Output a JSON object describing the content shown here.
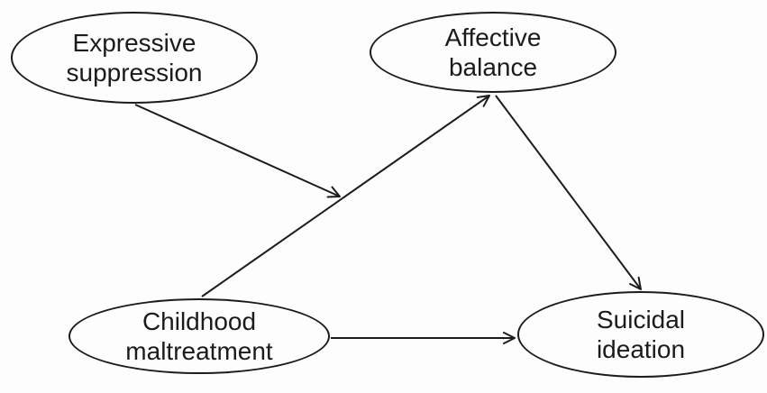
{
  "diagram": {
    "type": "path-model",
    "background_color": "#fdfdfd",
    "stroke_color": "#1c1c1c",
    "text_color": "#1b1b1b",
    "nodes": {
      "expressive": {
        "lines": [
          "Expressive",
          "suppression"
        ],
        "shape": "ellipse"
      },
      "affective": {
        "lines": [
          "Affective",
          "balance"
        ],
        "shape": "ellipse"
      },
      "childhood": {
        "lines": [
          "Childhood",
          "maltreatment"
        ],
        "shape": "ellipse"
      },
      "suicidal": {
        "lines": [
          "Suicidal",
          "ideation"
        ],
        "shape": "ellipse"
      }
    },
    "edges": [
      {
        "from": "Expressive suppression",
        "to": "path: Childhood maltreatment to Affective balance",
        "style": "arrow",
        "role": "moderation"
      },
      {
        "from": "Childhood maltreatment",
        "to": "Affective balance",
        "style": "arrow",
        "role": "path-a"
      },
      {
        "from": "Affective balance",
        "to": "Suicidal ideation",
        "style": "arrow",
        "role": "path-b"
      },
      {
        "from": "Childhood maltreatment",
        "to": "Suicidal ideation",
        "style": "arrow",
        "role": "direct-path"
      }
    ]
  }
}
